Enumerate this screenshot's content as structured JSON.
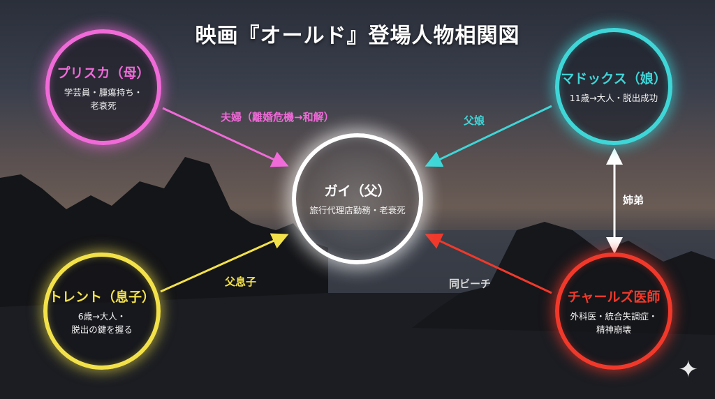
{
  "title": "映画『オールド』登場人物相関図",
  "nodes": {
    "guy": {
      "name": "ガイ（父）",
      "desc": [
        "旅行代理店勤務・老衰死"
      ],
      "color": "#ffffff"
    },
    "prisca": {
      "name": "プリスカ（母）",
      "desc": [
        "学芸員・腫瘍持ち・",
        "老衰死"
      ],
      "color": "#f06ad8"
    },
    "maddox": {
      "name": "マドックス（娘）",
      "desc": [
        "11歳→大人・脱出成功"
      ],
      "color": "#3fd6d8"
    },
    "trent": {
      "name": "トレント（息子）",
      "desc": [
        "6歳→大人・",
        "脱出の鍵を握る"
      ],
      "color": "#f3e14a"
    },
    "charles": {
      "name": "チャールズ医師",
      "desc": [
        "外科医・統合失調症・",
        "精神崩壊"
      ],
      "color": "#f0392b"
    }
  },
  "relations": {
    "prisca_guy": "夫婦（離婚危機→和解）",
    "maddox_guy": "父娘",
    "trent_guy": "父息子",
    "charles_guy": "同ビーチ",
    "maddox_charles": "姉弟"
  },
  "icons": {
    "sparkle": "✦"
  }
}
